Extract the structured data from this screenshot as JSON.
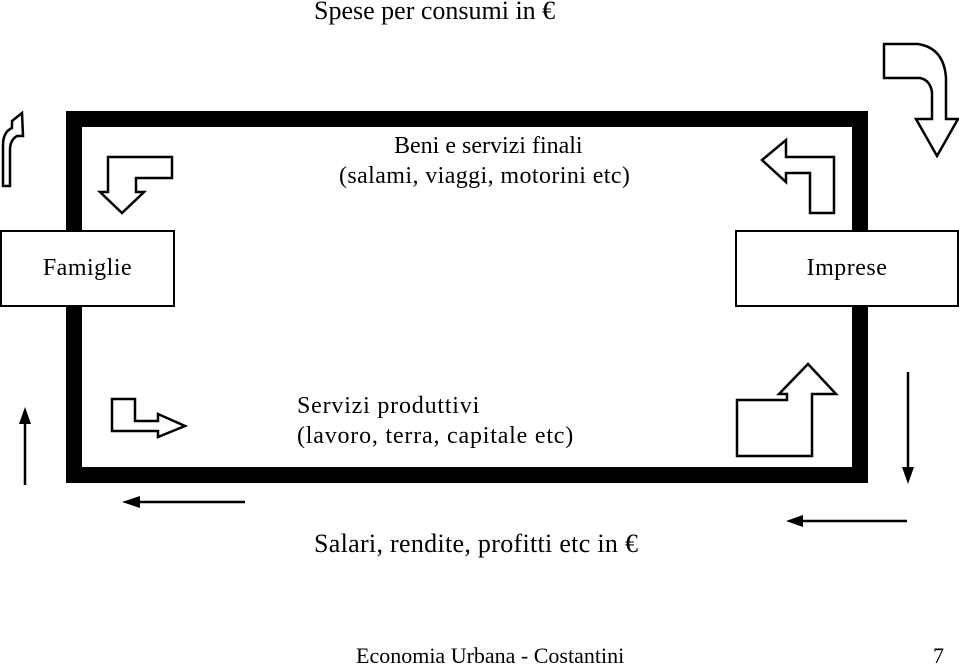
{
  "top_flow": {
    "label": "Spese per consumi in €"
  },
  "goods_market": {
    "line1": "Beni e servizi finali",
    "line2": "(salami, viaggi, motorini etc)"
  },
  "factor_market": {
    "line1": "Servizi produttivi",
    "line2": "(lavoro, terra, capitale etc)"
  },
  "bottom_flow": {
    "label": "Salari, rendite, profitti etc in €"
  },
  "households": {
    "label": "Famiglie"
  },
  "firms": {
    "label": "Imprese"
  },
  "footer": {
    "text": "Economia Urbana - Costantini",
    "page": "7"
  },
  "icons": [
    "bent-arrow-up-icon",
    "bent-arrow-down-icon",
    "bent-arrow-left-icon",
    "bent-arrow-right-icon",
    "arrow-up-icon",
    "arrow-down-icon",
    "arrow-left-icon"
  ]
}
